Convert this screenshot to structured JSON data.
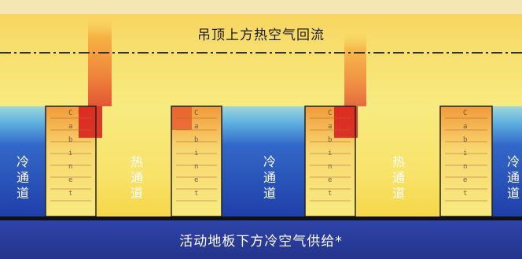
{
  "top_label": "吊顶上方热空气回流",
  "bottom_label": "活动地板下方冷空气供给*",
  "aisles": [
    {
      "text": "冷通道",
      "type": "cold"
    },
    {
      "text": "热通道",
      "type": "hot"
    },
    {
      "text": "冷通道",
      "type": "cold"
    },
    {
      "text": "热通道",
      "type": "hot"
    },
    {
      "text": "冷通道",
      "type": "cold"
    }
  ],
  "cabinet_label": "Cabinet",
  "colors": {
    "hot": "#d7191c",
    "warm": "#f6a93a",
    "neutral": "#f7ef7a",
    "cool": "#8fd3e0",
    "cold": "#1f3fa8",
    "floor": "#2a3e9a"
  }
}
